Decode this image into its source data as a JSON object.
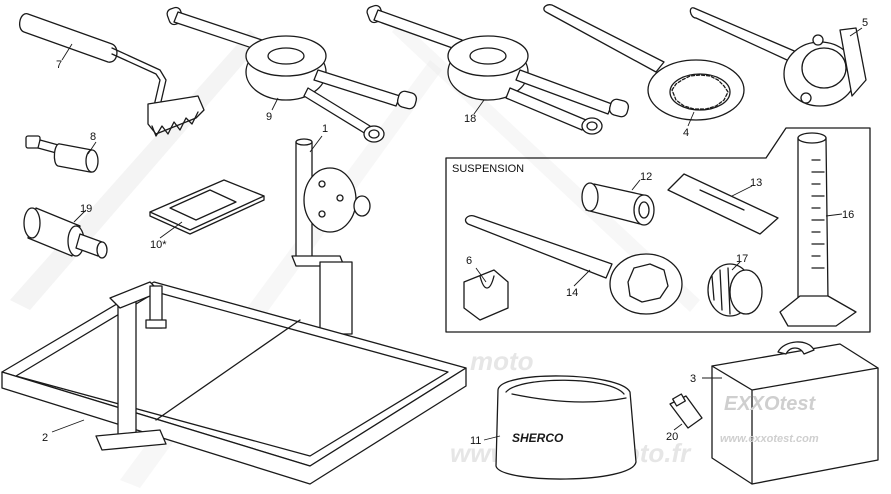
{
  "suspension_group_label": "SUSPENSION",
  "callouts": [
    "1",
    "2",
    "3",
    "4",
    "5",
    "6",
    "7",
    "8",
    "9",
    "10*",
    "11",
    "12",
    "13",
    "14",
    "16",
    "17",
    "18",
    "19",
    "20"
  ],
  "watermark_text": [
    "moto",
    "www.atomicmoto.fr"
  ],
  "bag_logo": "SHERCO",
  "case_logo": "EXXOtest",
  "case_url": "www.exxotest.com",
  "colors": {
    "line": "#1a1a1a",
    "watermark": "#e6e6e6",
    "background": "#ffffff"
  }
}
